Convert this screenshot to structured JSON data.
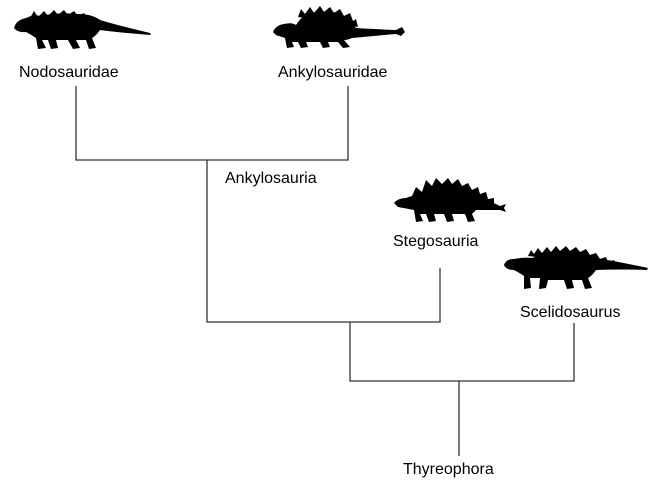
{
  "labels": {
    "nodosauridae": "Nodosauridae",
    "ankylosauridae": "Ankylosauridae",
    "ankylosauria": "Ankylosauria",
    "stegosauria": "Stegosauria",
    "scelidosaurus": "Scelidosaurus",
    "thyreophora": "Thyreophora"
  },
  "colors": {
    "line": "#333333",
    "silhouette": "#000000",
    "background": "#ffffff"
  },
  "icons": [
    "nodosaur-silhouette-icon",
    "ankylosaur-silhouette-icon",
    "stegosaur-silhouette-icon",
    "scelidosaur-silhouette-icon"
  ]
}
